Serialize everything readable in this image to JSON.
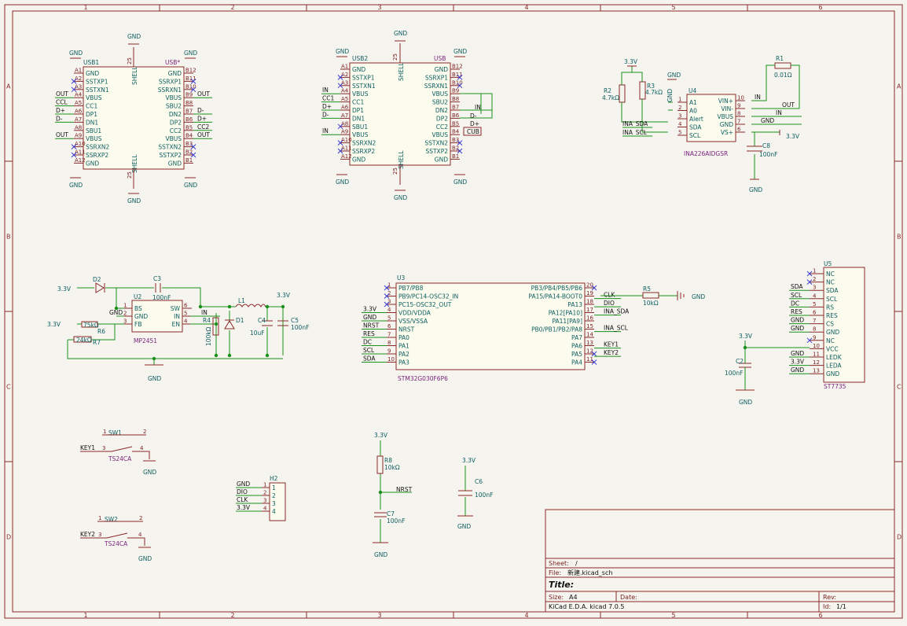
{
  "frame": {
    "cols": [
      "1",
      "2",
      "3",
      "4",
      "5",
      "6"
    ],
    "rows": [
      "A",
      "B",
      "C",
      "D"
    ]
  },
  "usb1": {
    "ref": "USB1",
    "ref2": "USB*",
    "left": [
      [
        "A1",
        "GND"
      ],
      [
        "A2",
        "SSTXP1"
      ],
      [
        "A3",
        "SSTXN1"
      ],
      [
        "A4",
        "VBUS"
      ],
      [
        "A5",
        "CC1"
      ],
      [
        "A6",
        "DP1"
      ],
      [
        "A7",
        "DN1"
      ],
      [
        "A8",
        "SBU1"
      ],
      [
        "A9",
        "VBUS"
      ],
      [
        "A10",
        "SSRXN2"
      ],
      [
        "A11",
        "SSRXP2"
      ],
      [
        "A12",
        "GND"
      ]
    ],
    "right": [
      [
        "B12",
        "GND"
      ],
      [
        "B11",
        "SSRXP1"
      ],
      [
        "B10",
        "SSRXN1"
      ],
      [
        "B9",
        "VBUS"
      ],
      [
        "B8",
        "SBU2"
      ],
      [
        "B7",
        "DN2"
      ],
      [
        "B6",
        "DP2"
      ],
      [
        "B5",
        "CC2"
      ],
      [
        "B4",
        "VBUS"
      ],
      [
        "B3",
        "SSTXN2"
      ],
      [
        "B2",
        "SSTXP2"
      ],
      [
        "B1",
        "GND"
      ]
    ],
    "shell": "SHELL",
    "shell_pin": "25",
    "left_labels": [
      "OUT",
      "CCL",
      "D+",
      "D-",
      "OUT"
    ],
    "right_labels": [
      "OUT",
      "D-",
      "D+",
      "CC2",
      "OUT"
    ]
  },
  "usb2": {
    "ref": "USB2",
    "ref2": "USB",
    "left": [
      [
        "A1",
        "GND"
      ],
      [
        "A2",
        "SSTXP1"
      ],
      [
        "A3",
        "SSTXN1"
      ],
      [
        "A4",
        "VBUS"
      ],
      [
        "A5",
        "CC1"
      ],
      [
        "A6",
        "DP1"
      ],
      [
        "A7",
        "DN1"
      ],
      [
        "A8",
        "SBU1"
      ],
      [
        "A9",
        "VBUS"
      ],
      [
        "A10",
        "SSRXN2"
      ],
      [
        "A11",
        "SSRXP2"
      ],
      [
        "A12",
        "GND"
      ]
    ],
    "right": [
      [
        "B12",
        "GND"
      ],
      [
        "B11",
        "SSRXP1"
      ],
      [
        "B10",
        "SSRXN1"
      ],
      [
        "B9",
        "VBUS"
      ],
      [
        "B8",
        "SBU2"
      ],
      [
        "B7",
        "DN2"
      ],
      [
        "B6",
        "DP2"
      ],
      [
        "B5",
        "CC2"
      ],
      [
        "B4",
        "VBUS"
      ],
      [
        "B3",
        "SSTXN2"
      ],
      [
        "B2",
        "SSTXP2"
      ],
      [
        "B1",
        "GND"
      ]
    ],
    "shell": "SHELL",
    "shell_pin": "25",
    "left_labels": [
      "IN",
      "CC1",
      "D+",
      "D-",
      "IN"
    ],
    "right_labels": [
      "IN",
      "D-",
      "D+",
      "CUB"
    ]
  },
  "u4": {
    "ref": "U4",
    "part": "INA226AIDGSR",
    "left": [
      [
        "1",
        "A1"
      ],
      [
        "2",
        "A0"
      ],
      [
        "3",
        "Alert"
      ],
      [
        "4",
        "SDA"
      ],
      [
        "5",
        "SCL"
      ]
    ],
    "right": [
      [
        "10",
        "VIN+"
      ],
      [
        "9",
        "VIN-"
      ],
      [
        "8",
        "VBUS"
      ],
      [
        "7",
        "GND"
      ],
      [
        "6",
        "VS+"
      ]
    ],
    "right_labels": [
      "IN",
      "OUT",
      "IN",
      "GND"
    ],
    "left_labels": [
      "INA_SDA",
      "INA_SCL"
    ],
    "r2": {
      "ref": "R2",
      "val": "4.7kΩ"
    },
    "r3": {
      "ref": "R3",
      "val": "4.7kΩ"
    },
    "r1": {
      "ref": "R1",
      "val": "0.01Ω"
    },
    "c8": {
      "ref": "C8",
      "val": "100nF"
    },
    "r1_labels": [
      "IN",
      "OUT"
    ]
  },
  "u2": {
    "ref": "U2",
    "part": "MP2451",
    "left": [
      [
        "1",
        "BS"
      ],
      [
        "2",
        "GND"
      ],
      [
        "3",
        "FB"
      ]
    ],
    "right": [
      [
        "6",
        "SW"
      ],
      [
        "5",
        "IN"
      ],
      [
        "4",
        "EN"
      ]
    ],
    "d2": "D2",
    "c3": {
      "ref": "C3",
      "val": "100nF"
    },
    "r6": {
      "ref": "R6",
      "val": "75kΩ"
    },
    "r7": {
      "ref": "R7",
      "val": "24kΩ"
    },
    "r4": {
      "ref": "R4",
      "val": "100kΩ"
    },
    "d1": "D1",
    "l1": {
      "ref": "L1",
      "val": "10uF"
    },
    "c4": "C4",
    "c5": {
      "ref": "C5",
      "val": "100nF"
    },
    "in_label": "IN",
    "gnd_label": "GND"
  },
  "u3": {
    "ref": "U3",
    "part": "STM32G030F6P6",
    "left": [
      [
        "1",
        "PB7/PB8"
      ],
      [
        "2",
        "PB9/PC14-OSC32_IN"
      ],
      [
        "3",
        "PC15-OSC32_OUT"
      ],
      [
        "4",
        "VDD/VDDA"
      ],
      [
        "5",
        "VSS/VSSA"
      ],
      [
        "6",
        "NRST"
      ],
      [
        "7",
        "PA0"
      ],
      [
        "8",
        "PA1"
      ],
      [
        "9",
        "PA2"
      ],
      [
        "10",
        "PA3"
      ]
    ],
    "right": [
      [
        "20",
        "PB3/PB4/PB5/PB6"
      ],
      [
        "19",
        "PA15/PA14-BOOT0"
      ],
      [
        "18",
        "PA13"
      ],
      [
        "17",
        "PA12[PA10]"
      ],
      [
        "16",
        "PA11[PA9]"
      ],
      [
        "15",
        "PB0/PB1/PB2/PA8"
      ],
      [
        "14",
        "PA7"
      ],
      [
        "13",
        "PA6"
      ],
      [
        "12",
        "PA5"
      ],
      [
        "11",
        "PA4"
      ]
    ],
    "left_labels": [
      "3.3V",
      "GND",
      "NRST",
      "RES",
      "DC",
      "SCL",
      "SDA"
    ],
    "right_labels": [
      "CLK",
      "DIO",
      "INA_SDA",
      "INA_SCL",
      "KEY1",
      "KEY2"
    ],
    "r5": {
      "ref": "R5",
      "val": "10kΩ"
    },
    "gnd": "GND"
  },
  "u5": {
    "ref": "U5",
    "part": "ST7735",
    "pins": [
      [
        "1",
        "NC"
      ],
      [
        "2",
        "NC"
      ],
      [
        "3",
        "SDA"
      ],
      [
        "4",
        "SCL"
      ],
      [
        "5",
        "RS"
      ],
      [
        "6",
        "RES"
      ],
      [
        "7",
        "CS"
      ],
      [
        "8",
        "GND"
      ],
      [
        "9",
        "NC"
      ],
      [
        "10",
        "VCC"
      ],
      [
        "11",
        "LEDK"
      ],
      [
        "12",
        "LEDA"
      ],
      [
        "13",
        "GND"
      ]
    ],
    "labels": [
      "SDA",
      "SCL",
      "DC",
      "RES",
      "GND",
      "GND",
      "GND",
      "3.3V",
      "GND"
    ],
    "c2": {
      "ref": "C2",
      "val": "100nF"
    }
  },
  "sw1": {
    "ref": "SW1",
    "part": "TS24CA",
    "label": "KEY1"
  },
  "sw2": {
    "ref": "SW2",
    "part": "TS24CA",
    "label": "KEY2"
  },
  "h2": {
    "ref": "H2",
    "pins": [
      "1",
      "2",
      "3",
      "4"
    ],
    "labels": [
      "GND",
      "DIO",
      "CLK",
      "3.3V"
    ]
  },
  "r8": {
    "ref": "R8",
    "val": "10kΩ"
  },
  "c7": {
    "ref": "C7",
    "val": "100nF"
  },
  "nrst": "NRST",
  "c6": {
    "ref": "C6",
    "val": "100nF"
  },
  "power": {
    "gnd": "GND",
    "v33": "3.3V"
  },
  "title_block": {
    "sheet_key": "Sheet:",
    "sheet_val": "/",
    "file_key": "File:",
    "file_val": "新建.kicad_sch",
    "title_key": "Title:",
    "size_key": "Size:",
    "size_val": "A4",
    "date_key": "Date:",
    "rev_key": "Rev:",
    "tool": "KiCad E.D.A.  kicad 7.0.5",
    "id_key": "Id:",
    "id_val": "1/1"
  }
}
